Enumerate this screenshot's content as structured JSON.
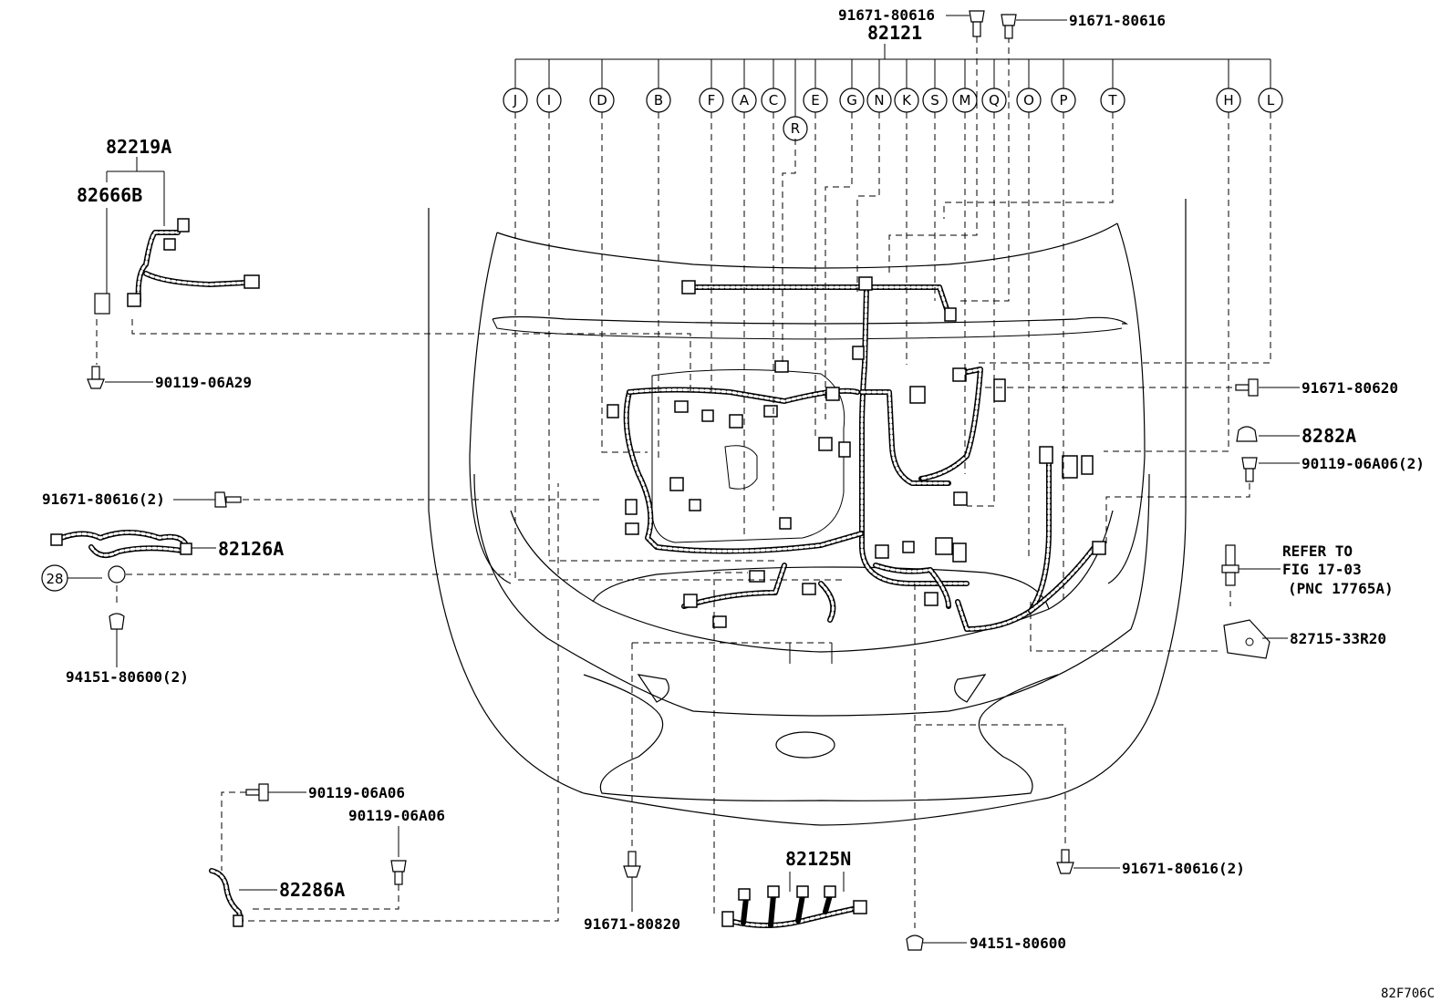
{
  "main_harness": {
    "part_number": "82121",
    "top_fasteners": [
      "91671-80616",
      "91671-80616"
    ]
  },
  "connector_callouts": [
    "J",
    "I",
    "D",
    "B",
    "F",
    "A",
    "C",
    "R",
    "E",
    "G",
    "N",
    "K",
    "S",
    "M",
    "Q",
    "O",
    "P",
    "T",
    "H",
    "L"
  ],
  "parts": {
    "p82219A": "82219A",
    "p82666B": "82666B",
    "p90119_06A29": "90119-06A29",
    "p91671_80616_2_left": "91671-80616(2)",
    "p82126A": "82126A",
    "ref28": "28",
    "p94151_80600_2": "94151-80600(2)",
    "p90119_06A06_a": "90119-06A06",
    "p90119_06A06_b": "90119-06A06",
    "p82286A": "82286A",
    "p91671_80820": "91671-80820",
    "p82125N": "82125N",
    "p94151_80600": "94151-80600",
    "p91671_80616_2_right": "91671-80616(2)",
    "p91671_80620": "91671-80620",
    "p8282A": "8282A",
    "p90119_06A06_2": "90119-06A06(2)",
    "p82715_33R20": "82715-33R20"
  },
  "reference_note": {
    "line1": "REFER TO",
    "line2": "FIG 17-03",
    "line3": "(PNC 17765A)"
  },
  "figure_code": "82F706C"
}
